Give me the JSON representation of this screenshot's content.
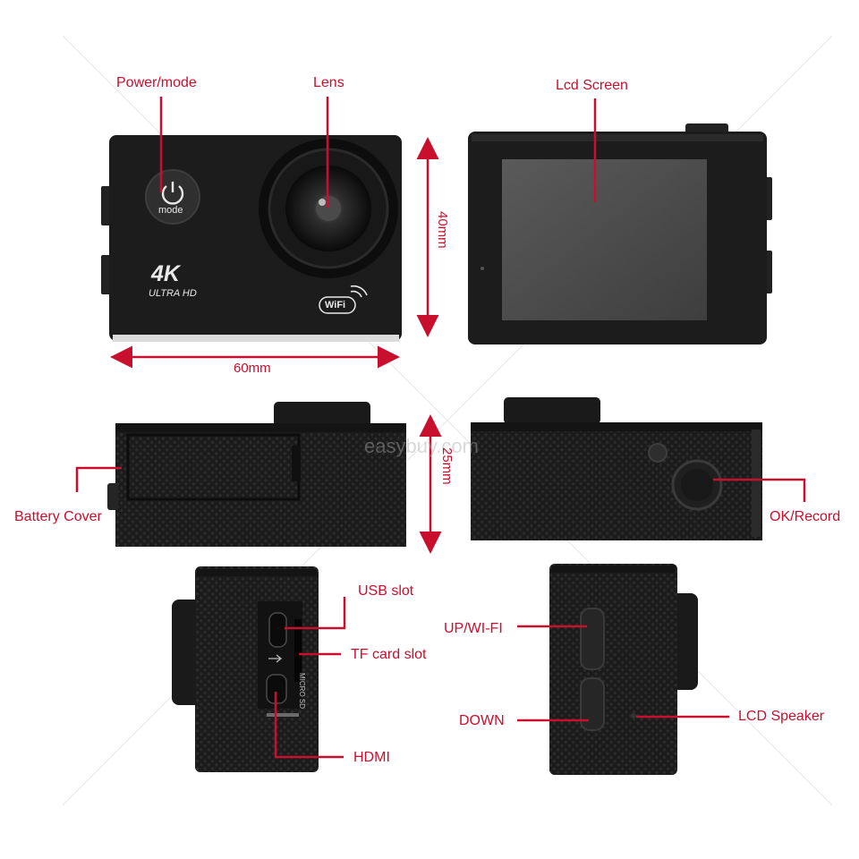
{
  "labels": {
    "power_mode": "Power/mode",
    "lens": "Lens",
    "lcd_screen": "Lcd Screen",
    "battery_cover": "Battery Cover",
    "ok_record": "OK/Record",
    "usb_slot": "USB slot",
    "tf_card_slot": "TF card slot",
    "hdmi": "HDMI",
    "up_wifi": "UP/WI-FI",
    "down": "DOWN",
    "lcd_speaker": "LCD Speaker"
  },
  "dimensions": {
    "width": "60mm",
    "height": "40mm",
    "depth": "25mm"
  },
  "camera_print": {
    "mode": "mode",
    "resolution": "4K",
    "resolution_sub": "ULTRA HD",
    "wifi": "WiFi",
    "micro_sd": "MICRO SD"
  },
  "watermark": "easybuy.com",
  "colors": {
    "annotation": "#c8102e",
    "camera_body": "#1c1c1c",
    "background": "#ffffff"
  }
}
